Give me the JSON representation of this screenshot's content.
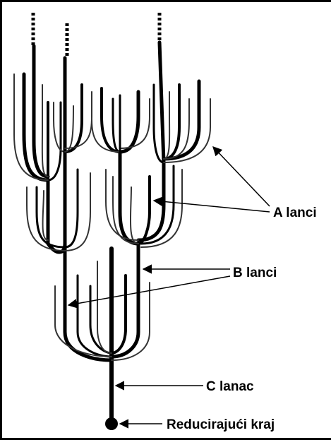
{
  "labels": {
    "a_chains": "A lanci",
    "b_chains": "B lanci",
    "c_chain": "C lanac",
    "reducing_end": "Reducirajući kraj"
  },
  "colors": {
    "stroke": "#000000",
    "thin_stroke": "#333333",
    "background": "#ffffff"
  }
}
